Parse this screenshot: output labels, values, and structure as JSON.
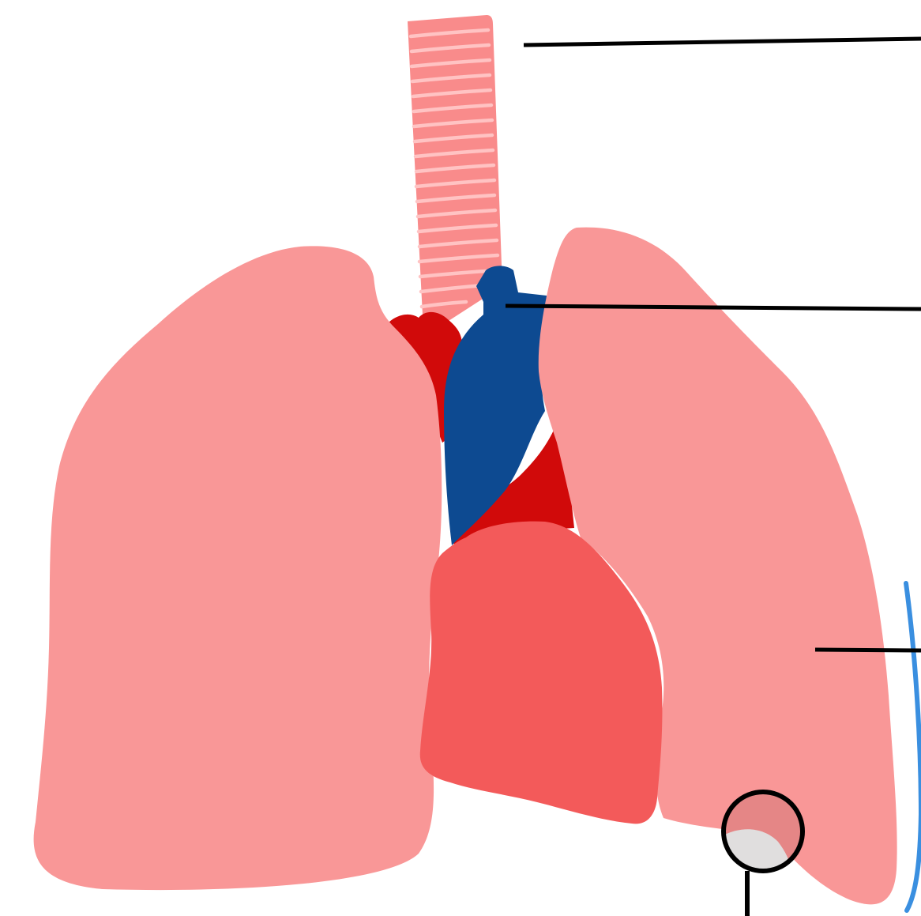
{
  "diagram": {
    "subject": "lungs-heart-anatomy",
    "structures": [
      "trachea",
      "right-lung",
      "left-lung",
      "aorta",
      "superior-vena-cava",
      "pulmonary-artery",
      "heart",
      "pleura",
      "costophrenic-angle"
    ],
    "leader_lines": [
      "trachea-leader",
      "superior-vena-cava-leader",
      "left-lung-leader",
      "costophrenic-angle-leader"
    ],
    "colors": {
      "lung": "#F99797",
      "trachea_fill": "#F98B8B",
      "trachea_rings": "#FFC3C3",
      "aorta": "#D10A0A",
      "vena_cava": "#0D4A91",
      "heart": "#F35A5A",
      "pleura": "#3A8FE0",
      "magnifier_fill": "#E58686",
      "magnifier_fluid": "#E0DEDE",
      "leader_line": "#000000"
    }
  }
}
